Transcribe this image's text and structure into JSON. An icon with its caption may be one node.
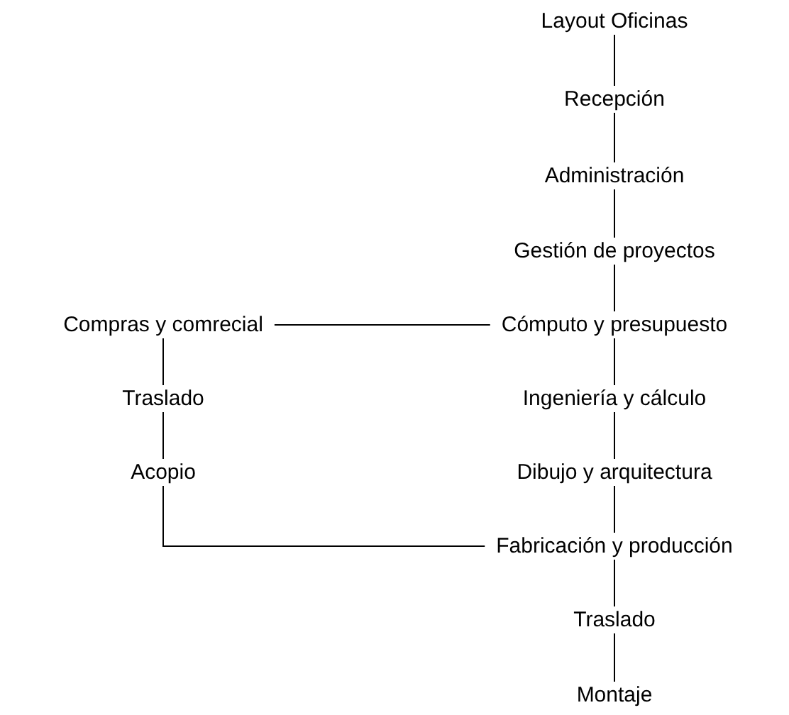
{
  "diagram": {
    "nodes": [
      {
        "text": [
          "Layout Oficinas"
        ]
      },
      {
        "text": [
          "Recepción"
        ]
      },
      {
        "text": [
          "Administración"
        ]
      },
      {
        "text": [
          "Gestión de proyectos"
        ]
      },
      {
        "text": [
          "Cómputo y presupuesto"
        ]
      },
      {
        "text": [
          "Ingeniería y cálculo"
        ]
      },
      {
        "text": [
          "Dibujo y arquitectura"
        ]
      },
      {
        "text": [
          "Fabricación y producción"
        ]
      },
      {
        "text": [
          "Traslado"
        ]
      },
      {
        "text": [
          "Montaje"
        ]
      },
      {
        "text": [
          "Compras y comrecial"
        ]
      },
      {
        "text": [
          "Traslado"
        ]
      },
      {
        "text": [
          "Acopio"
        ]
      }
    ],
    "edges": [
      {
        "from": 0,
        "to": 1,
        "arrow": "none"
      },
      {
        "from": 1,
        "to": 2,
        "arrow": "none"
      },
      {
        "from": 2,
        "to": 3,
        "arrow": "none"
      },
      {
        "from": 3,
        "to": 4,
        "arrow": "none"
      },
      {
        "from": 4,
        "to": 5,
        "arrow": "none"
      },
      {
        "from": 5,
        "to": 6,
        "arrow": "none"
      },
      {
        "from": 6,
        "to": 7,
        "arrow": "none"
      },
      {
        "from": 7,
        "to": 8,
        "arrow": "none"
      },
      {
        "from": 8,
        "to": 9,
        "arrow": "none"
      },
      {
        "from": 10,
        "to": 4,
        "arrow": "none"
      },
      {
        "from": 10,
        "to": 11,
        "arrow": "none"
      },
      {
        "from": 11,
        "to": 12,
        "arrow": "none"
      },
      {
        "from": 12,
        "to": 7,
        "arrow": "none"
      }
    ]
  }
}
